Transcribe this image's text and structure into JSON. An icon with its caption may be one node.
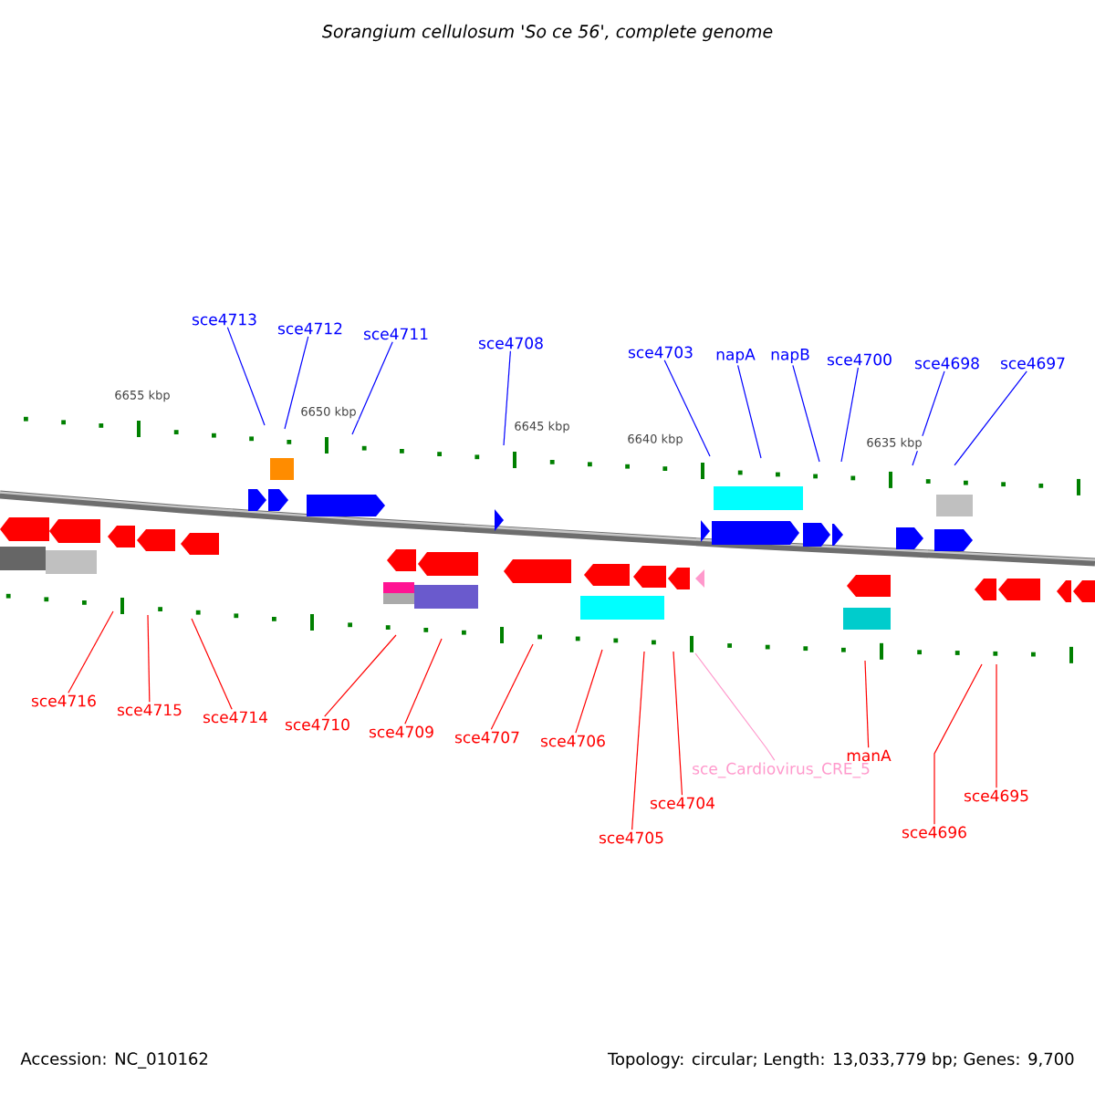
{
  "diagram": {
    "title": "Sorangium cellulosum 'So ce 56', complete genome",
    "nodes": [
      {
        "text": [
          "sce4713"
        ]
      },
      {
        "text": [
          "sce4712"
        ]
      },
      {
        "text": [
          "sce4711"
        ]
      },
      {
        "text": [
          "sce4708"
        ]
      },
      {
        "text": [
          "sce4703"
        ]
      },
      {
        "text": [
          "napA"
        ]
      },
      {
        "text": [
          "napB"
        ]
      },
      {
        "text": [
          "sce4700"
        ]
      },
      {
        "text": [
          "sce4698"
        ]
      },
      {
        "text": [
          "sce4697"
        ]
      },
      {
        "text": [
          "sce4716"
        ]
      },
      {
        "text": [
          "sce4715"
        ]
      },
      {
        "text": [
          "sce4714"
        ]
      },
      {
        "text": [
          "sce4710"
        ]
      },
      {
        "text": [
          "sce4709"
        ]
      },
      {
        "text": [
          "sce4707"
        ]
      },
      {
        "text": [
          "sce4706"
        ]
      },
      {
        "text": [
          "sce4705"
        ]
      },
      {
        "text": [
          "sce4704"
        ]
      },
      {
        "text": [
          "sce_Cardiovirus_CRE_5"
        ]
      },
      {
        "text": [
          "manA"
        ]
      },
      {
        "text": [
          "sce4696"
        ]
      },
      {
        "text": [
          "sce4695"
        ]
      }
    ],
    "edges": [
      {
        "from": 0,
        "to": null,
        "arrow": "none",
        "color": "#0000ff"
      },
      {
        "from": 1,
        "to": null,
        "arrow": "none",
        "color": "#0000ff"
      },
      {
        "from": 2,
        "to": null,
        "arrow": "none",
        "color": "#0000ff"
      },
      {
        "from": 3,
        "to": null,
        "arrow": "none",
        "color": "#0000ff"
      },
      {
        "from": 4,
        "to": null,
        "arrow": "none",
        "color": "#0000ff"
      },
      {
        "from": 5,
        "to": null,
        "arrow": "none",
        "color": "#0000ff"
      },
      {
        "from": 6,
        "to": null,
        "arrow": "none",
        "color": "#0000ff"
      },
      {
        "from": 7,
        "to": null,
        "arrow": "none",
        "color": "#0000ff"
      },
      {
        "from": 8,
        "to": null,
        "arrow": "none",
        "color": "#0000ff"
      },
      {
        "from": 9,
        "to": null,
        "arrow": "none",
        "color": "#0000ff"
      },
      {
        "from": 10,
        "to": null,
        "arrow": "none"
      },
      {
        "from": 11,
        "to": null,
        "arrow": "none"
      },
      {
        "from": 12,
        "to": null,
        "arrow": "none"
      },
      {
        "from": 13,
        "to": null,
        "arrow": "none"
      },
      {
        "from": 14,
        "to": null,
        "arrow": "none"
      },
      {
        "from": 15,
        "to": null,
        "arrow": "none"
      },
      {
        "from": 16,
        "to": null,
        "arrow": "none"
      },
      {
        "from": 17,
        "to": null,
        "arrow": "none"
      },
      {
        "from": 18,
        "to": null,
        "arrow": "none"
      },
      {
        "from": 19,
        "to": null,
        "arrow": "none",
        "color": "#ff99cc"
      },
      {
        "from": 20,
        "to": null,
        "arrow": "none"
      },
      {
        "from": 21,
        "to": null,
        "arrow": "none"
      },
      {
        "from": 22,
        "to": null,
        "arrow": "none"
      }
    ],
    "labels": [
      "6655 kbp",
      "6650 kbp",
      "6645 kbp",
      "6640 kbp",
      "6635 kbp",
      "Accession: NC_010162",
      "Topology: circular; Length: 13,033,779 bp; Genes: 9,700"
    ]
  }
}
